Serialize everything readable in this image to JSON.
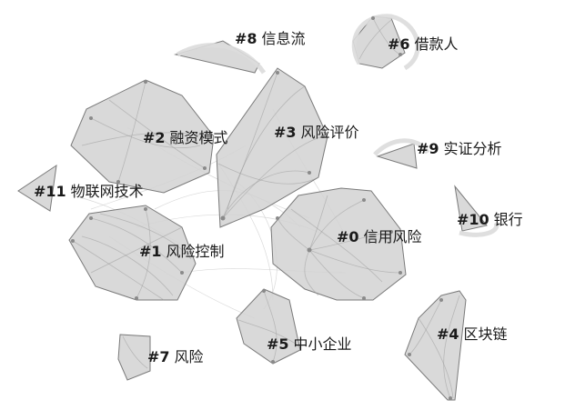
{
  "clusters": [
    {
      "id": "0",
      "number": "#0",
      "name": "信用风险"
    },
    {
      "id": "1",
      "number": "#1",
      "name": "风险控制"
    },
    {
      "id": "2",
      "number": "#2",
      "name": "融资模式"
    },
    {
      "id": "3",
      "number": "#3",
      "name": "风险评价"
    },
    {
      "id": "4",
      "number": "#4",
      "name": "区块链"
    },
    {
      "id": "5",
      "number": "#5",
      "name": "中小企业"
    },
    {
      "id": "6",
      "number": "#6",
      "name": "借款人"
    },
    {
      "id": "7",
      "number": "#7",
      "name": "风险"
    },
    {
      "id": "8",
      "number": "#8",
      "name": "信息流"
    },
    {
      "id": "9",
      "number": "#9",
      "name": "实证分析"
    },
    {
      "id": "10",
      "number": "#10",
      "name": "银行"
    },
    {
      "id": "11",
      "number": "#11",
      "name": "物联网技术"
    }
  ]
}
